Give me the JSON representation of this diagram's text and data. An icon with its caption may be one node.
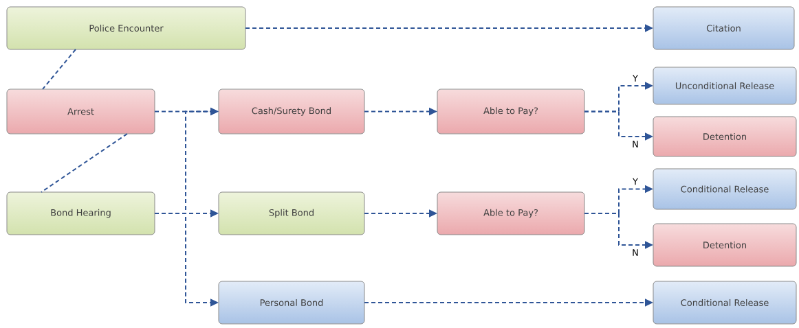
{
  "diagram": {
    "nodes": [
      {
        "text": [
          "Police Encounter"
        ]
      },
      {
        "text": [
          "Citation"
        ]
      },
      {
        "text": [
          "Arrest"
        ]
      },
      {
        "text": [
          "Cash/Surety Bond"
        ]
      },
      {
        "text": [
          "Able to Pay?"
        ]
      },
      {
        "text": [
          "Unconditional Release"
        ]
      },
      {
        "text": [
          "Detention"
        ]
      },
      {
        "text": [
          "Bond Hearing"
        ]
      },
      {
        "text": [
          "Split Bond"
        ]
      },
      {
        "text": [
          "Able to Pay?"
        ]
      },
      {
        "text": [
          "Conditional Release"
        ]
      },
      {
        "text": [
          "Detention"
        ]
      },
      {
        "text": [
          "Personal Bond"
        ]
      },
      {
        "text": [
          "Conditional Release"
        ]
      }
    ],
    "edges": [
      {
        "from": 0,
        "to": 1,
        "arrow": "to"
      },
      {
        "from": 0,
        "to": 2,
        "arrow": "none"
      },
      {
        "from": 2,
        "to": 7,
        "arrow": "none"
      },
      {
        "from": 2,
        "to": 3,
        "arrow": "to"
      },
      {
        "from": 7,
        "to": 3,
        "arrow": "to"
      },
      {
        "from": 7,
        "to": 8,
        "arrow": "to"
      },
      {
        "from": 7,
        "to": 12,
        "arrow": "to"
      },
      {
        "from": 3,
        "to": 4,
        "arrow": "to"
      },
      {
        "from": 4,
        "to": 5,
        "arrow": "to",
        "label": "Y"
      },
      {
        "from": 4,
        "to": 6,
        "arrow": "to",
        "label": "N"
      },
      {
        "from": 8,
        "to": 9,
        "arrow": "to"
      },
      {
        "from": 9,
        "to": 10,
        "arrow": "to",
        "label": "Y"
      },
      {
        "from": 9,
        "to": 11,
        "arrow": "to",
        "label": "N"
      },
      {
        "from": 12,
        "to": 13,
        "arrow": "to"
      }
    ]
  }
}
